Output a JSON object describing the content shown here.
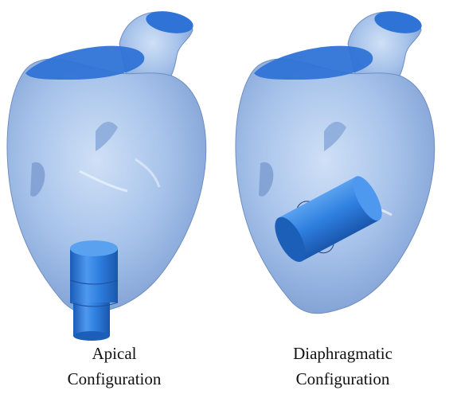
{
  "panels": [
    {
      "caption_line1": "Apical",
      "caption_line2": "Configuration",
      "device_position": "apex"
    },
    {
      "caption_line1": "Diaphragmatic",
      "caption_line2": "Configuration",
      "device_position": "diaphragmatic wall"
    }
  ],
  "colors": {
    "heart_fill": "#a9c4ea",
    "heart_shadow": "#7f9fd0",
    "vessel_cut": "#2f73d6",
    "device": "#2f80e0",
    "device_dark": "#1c5fb8",
    "background": "#ffffff"
  }
}
